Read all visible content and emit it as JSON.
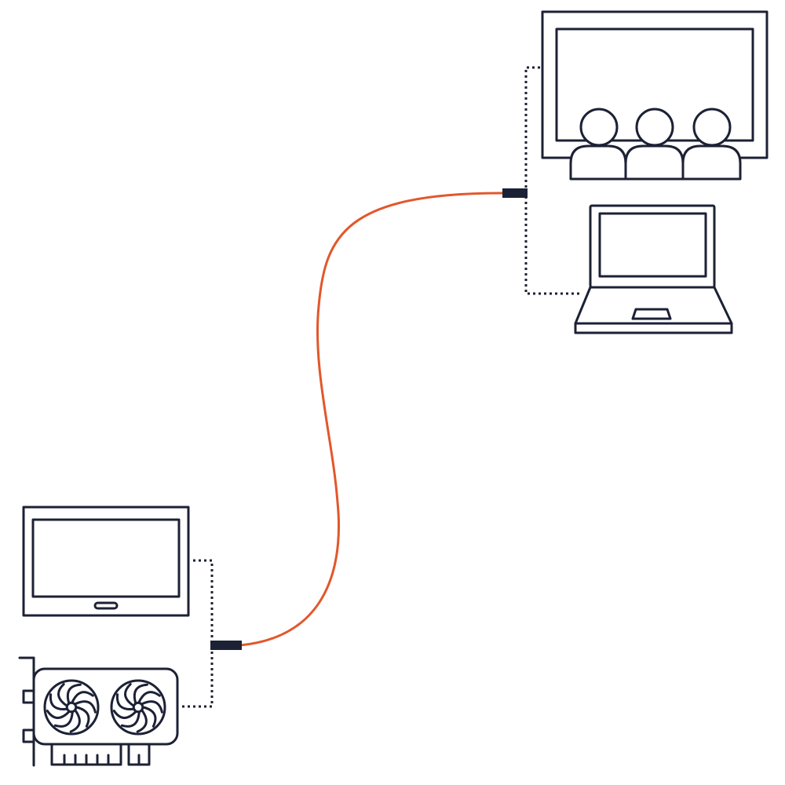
{
  "colors": {
    "ink": "#1c2135",
    "cable": "#e2572b",
    "background": "#ffffff"
  },
  "nodes": [
    {
      "name": "projection-screen-audience-icon"
    },
    {
      "name": "laptop-icon"
    },
    {
      "name": "monitor-icon"
    },
    {
      "name": "graphics-card-icon"
    }
  ],
  "connections": [
    {
      "name": "fiber-cable",
      "from": "graphics-card-and-monitor-hub",
      "to": "screen-and-laptop-hub",
      "style": "solid"
    },
    {
      "name": "hub-to-screen",
      "style": "dotted"
    },
    {
      "name": "hub-to-laptop",
      "style": "dotted"
    },
    {
      "name": "hub-to-monitor",
      "style": "dotted"
    },
    {
      "name": "hub-to-graphics-card",
      "style": "dotted"
    }
  ]
}
